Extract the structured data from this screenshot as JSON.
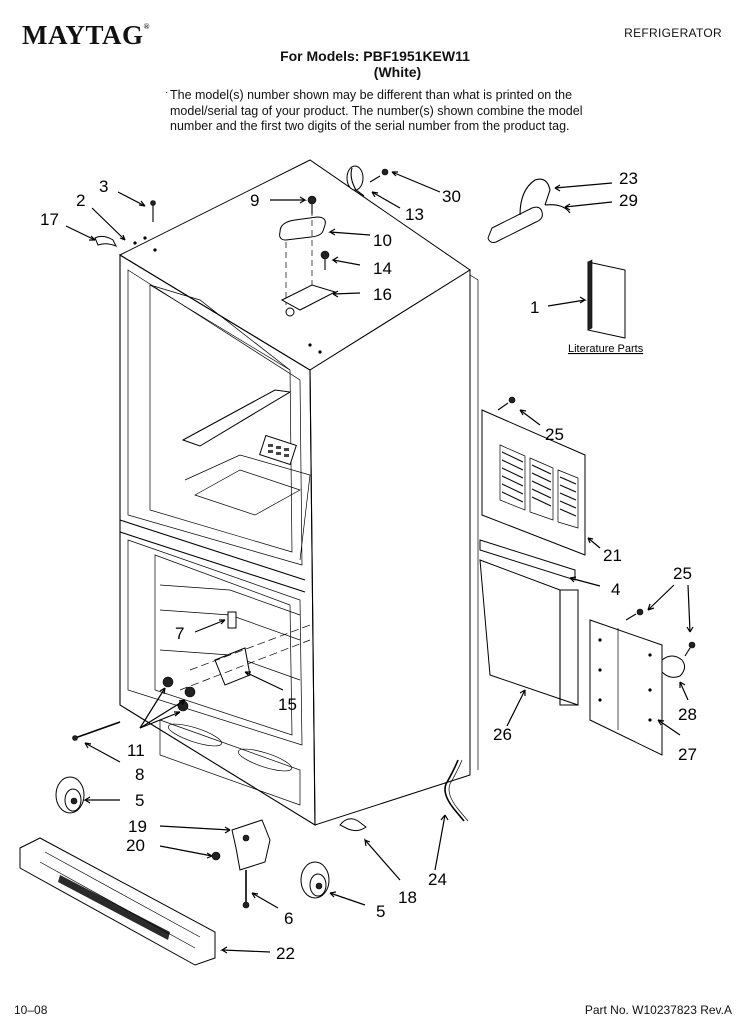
{
  "header": {
    "brand": "MAYTAG",
    "trademark": "®",
    "category": "REFRIGERATOR",
    "title_line1": "For Models: PBF1951KEW11",
    "title_line2": "(White)"
  },
  "note": {
    "bullet": "·",
    "text": "The model(s) number shown may be different than what is printed on the model/serial tag of your product. The number(s) shown combine the model number and the first two digits of the serial number from the product tag."
  },
  "literature_label": "Literature Parts",
  "callouts": {
    "c1": "1",
    "c2": "2",
    "c3": "3",
    "c5a": "5",
    "c5b": "5",
    "c6": "6",
    "c7": "7",
    "c8": "8",
    "c9": "9",
    "c10": "10",
    "c11": "11",
    "c13": "13",
    "c14": "14",
    "c15": "15",
    "c16": "16",
    "c17": "17",
    "c18": "18",
    "c19": "19",
    "c20": "20",
    "c21": "21",
    "c22": "22",
    "c23": "23",
    "c24": "24",
    "c25a": "25",
    "c25b": "25",
    "c26": "26",
    "c27": "27",
    "c28": "28",
    "c29": "29",
    "c30": "30",
    "c4": "4"
  },
  "footer": {
    "date": "10–08",
    "part_no": "Part No. W10237823 Rev.A"
  }
}
